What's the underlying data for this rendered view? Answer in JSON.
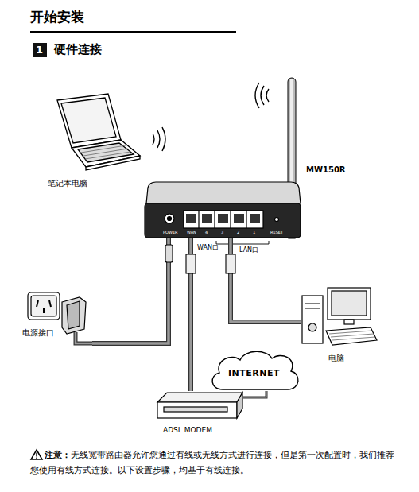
{
  "diagram": {
    "title": "开始安装",
    "nodes": [
      {
        "text": [
          "笔记本电脑"
        ]
      },
      {
        "text": [
          "MW150R"
        ]
      },
      {
        "text": [
          "电源接口"
        ]
      },
      {
        "text": [
          "电脑"
        ]
      },
      {
        "text": [
          "INTERNET"
        ]
      },
      {
        "text": [
          "ADSL MODEM"
        ]
      }
    ],
    "edges": [
      {
        "from": 1,
        "to": 2,
        "arrow": "none"
      },
      {
        "from": 1,
        "to": 5,
        "arrow": "none"
      },
      {
        "from": 1,
        "to": 3,
        "arrow": "none"
      },
      {
        "from": 5,
        "to": 4,
        "arrow": "none"
      }
    ],
    "labels": [
      "1",
      "硬件连接",
      "POWER",
      "WAN",
      "4",
      "3",
      "2",
      "1",
      "RESET",
      "WAN口",
      "LAN口",
      "注意：",
      "无线宽带路由器允许您通过有线或无线方式进行连接，但是第一次配置时，我们推荐您使用有线方式连接。以下设置步骤，均基于有线连接。"
    ]
  }
}
